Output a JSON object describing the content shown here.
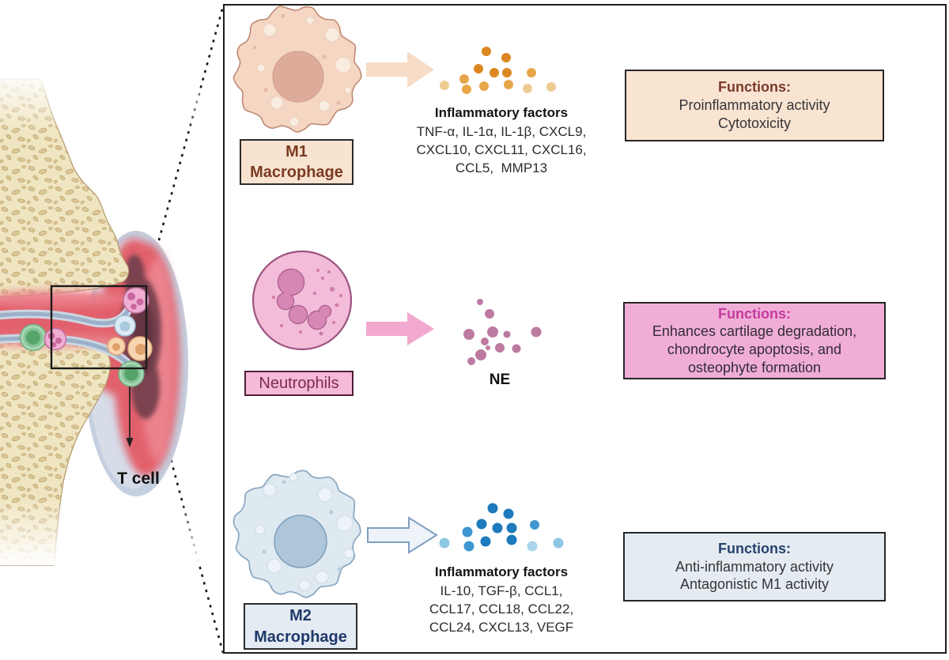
{
  "figure": {
    "t_cell_label": "T cell"
  },
  "rows": [
    {
      "cell": "M1 Macrophage",
      "label_lines": [
        "M1",
        "Macrophage"
      ],
      "factors_title": "Inflammatory factors",
      "factors_lines": [
        "TNF-α, IL-1α, IL-1β, CXCL9,",
        "CXCL10, CXCL11, CXCL16,",
        "CCL5,  MMP13"
      ],
      "functions_title": "Functions:",
      "functions_lines": [
        "Proinflammatory activity",
        "Cytotoxicity"
      ]
    },
    {
      "cell": "Neutrophils",
      "label_lines": [
        "Neutrophils"
      ],
      "factors_title": "NE",
      "functions_title": "Functions:",
      "functions_lines": [
        "Enhances cartilage degradation,",
        "chondrocyte apoptosis, and",
        "osteophyte formation"
      ]
    },
    {
      "cell": "M2 Macrophage",
      "label_lines": [
        "M2",
        "Macrophage"
      ],
      "factors_title": "Inflammatory factors",
      "factors_lines": [
        "IL-10, TGF-β, CCL1,",
        "CCL17, CCL18, CCL22,",
        "CCL24, CXCL13, VEGF"
      ],
      "functions_title": "Functions:",
      "functions_lines": [
        "Anti-inflammatory activity",
        "Antagonistic M1 activity"
      ]
    }
  ],
  "palette": {
    "panel_border": "#1d1d1d",
    "text_dark": "#353537",
    "m1_cell_fill": "#f4d6c3",
    "m1_cell_stroke": "#bf8a73",
    "m1_nucleus": "#dcab99",
    "m1_arrow": "#f7dcc7",
    "m1_dot_dark": "#dc8722",
    "m1_dot_mid": "#e7a649",
    "m1_dot_light": "#eecb92",
    "m1_label_bg": "#f8e3d1",
    "m1_label_text": "#7b3a22",
    "m1_box_bg": "#f9e4d2",
    "m1_heading": "#7b3a2a",
    "neu_cell_fill": "#f3bcd9",
    "neu_cell_stroke": "#9d5380",
    "neu_nucleus": "#d787b4",
    "neu_arrow": "#f2a9cf",
    "neu_dot": "#bd7aa1",
    "neu_label_bg": "#f5bad8",
    "neu_label_text": "#7d2b4e",
    "neu_box_bg": "#f0aed7",
    "neu_heading": "#c43a9e",
    "m2_cell_fill": "#dfe9f0",
    "m2_cell_stroke": "#8ea9c2",
    "m2_nucleus": "#adc6d9",
    "m2_arrow_fill": "#edf3f9",
    "m2_arrow_stroke": "#7f9dc0",
    "m2_dot_dark": "#1d7abc",
    "m2_dot_mid": "#3f96ce",
    "m2_dot_light": "#8ec7e4",
    "m2_label_bg": "#e4ebf2",
    "m2_label_text": "#20396b",
    "m2_box_bg": "#e4ebf1",
    "m2_heading": "#27426f",
    "bone_fill": "#efe5c0",
    "bone_speckle": "#d9c28f",
    "synovium_red": "#e2606c",
    "capsule_blue": "#c4cfdf",
    "joint_dark": "#7b4350"
  }
}
